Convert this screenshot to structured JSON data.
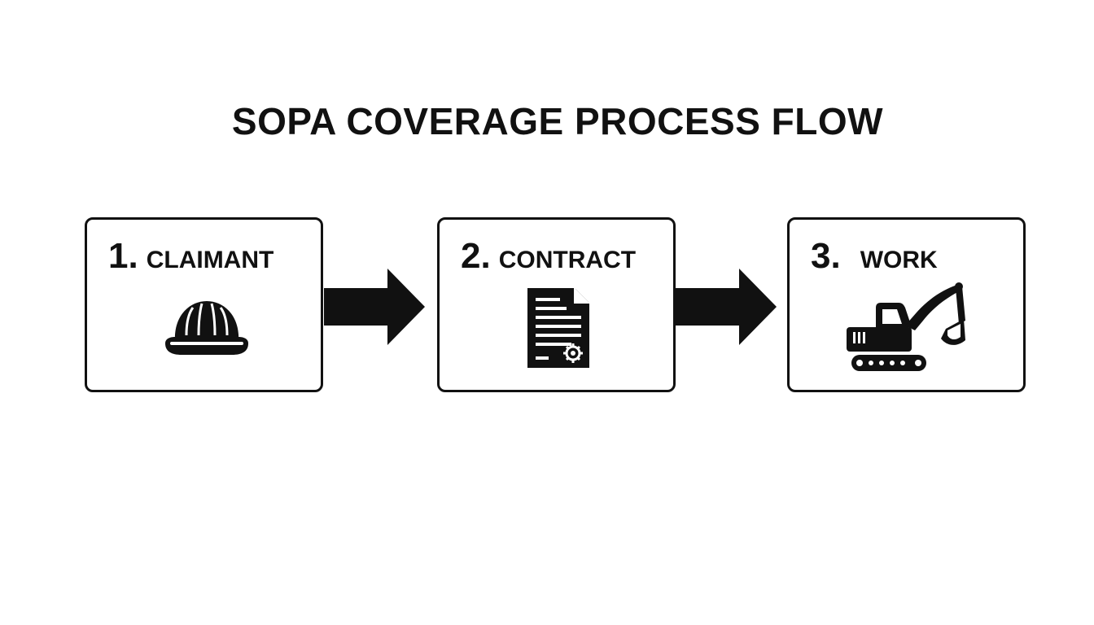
{
  "diagram": {
    "title": "SOPA COVERAGE PROCESS FLOW",
    "steps": [
      {
        "number": "1.",
        "label": "CLAIMANT",
        "icon": "hard-hat-icon"
      },
      {
        "number": "2.",
        "label": "CONTRACT",
        "icon": "contract-document-icon"
      },
      {
        "number": "3.",
        "label": "WORK",
        "icon": "excavator-icon"
      }
    ],
    "connectors": [
      {
        "icon": "right-arrow-icon"
      },
      {
        "icon": "right-arrow-icon"
      }
    ],
    "colors": {
      "ink": "#111111",
      "background": "#ffffff"
    }
  }
}
